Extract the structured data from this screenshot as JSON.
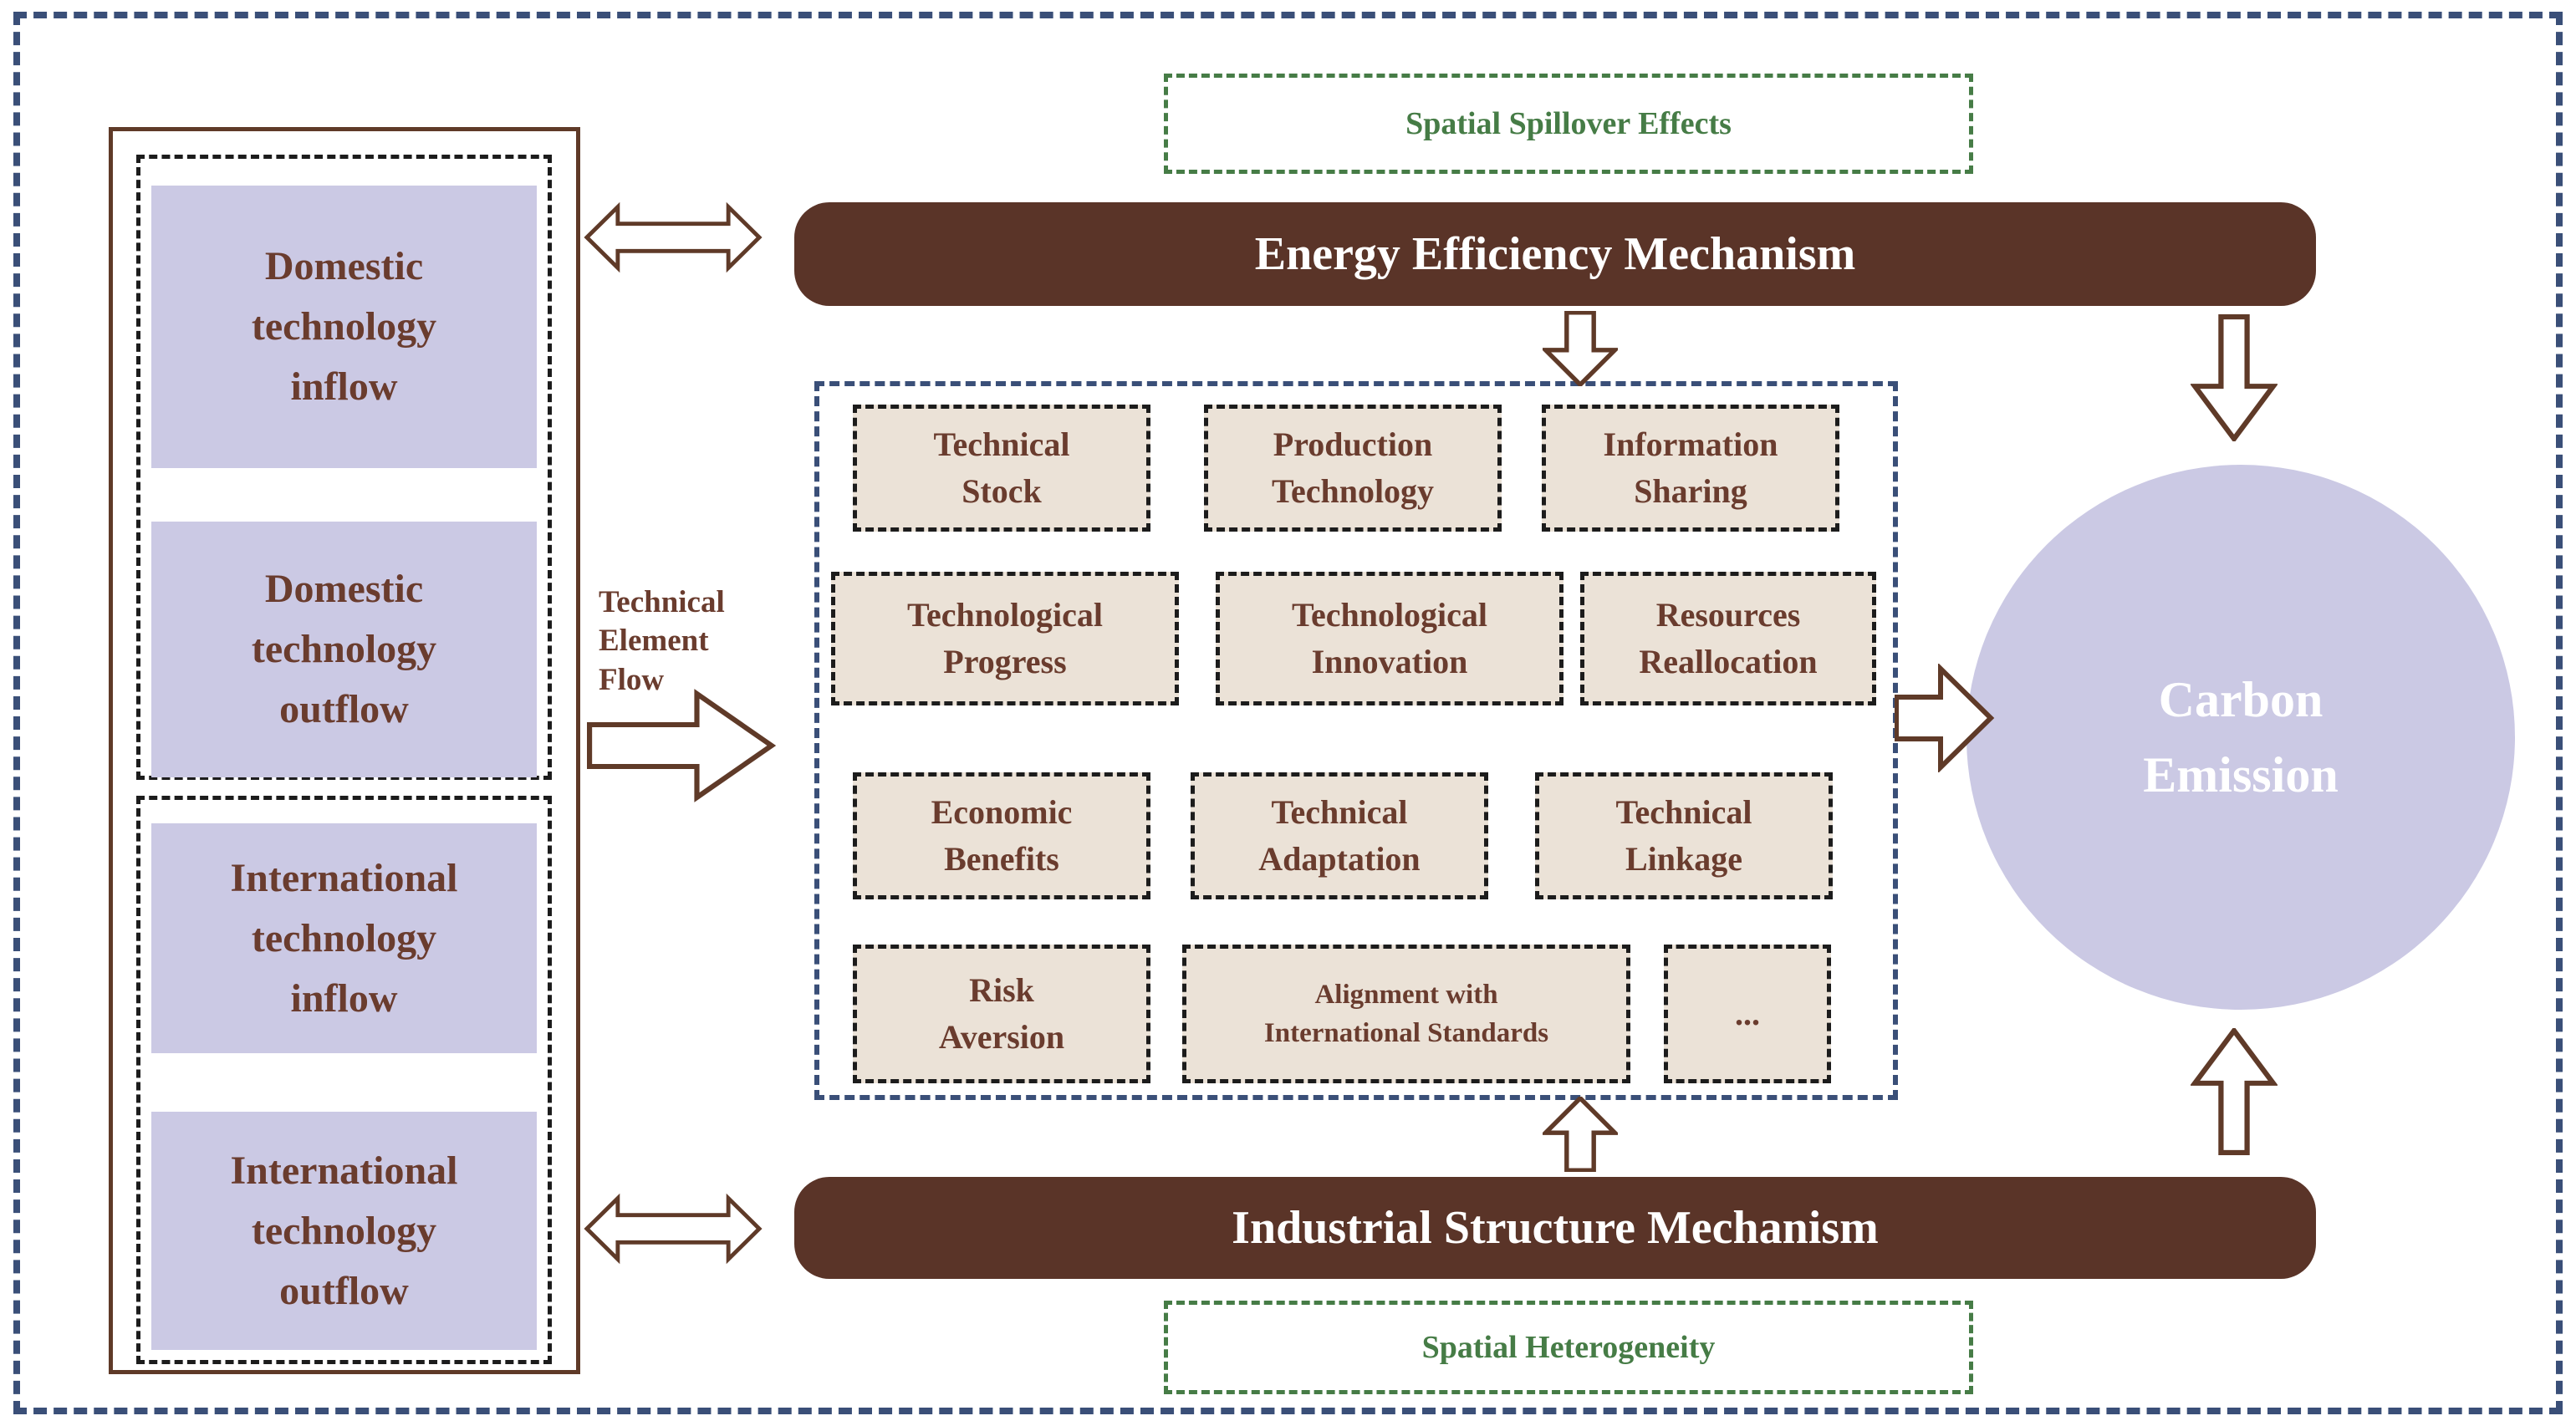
{
  "colors": {
    "bar_brown": "#5a3428",
    "text_brown": "#6a3c2e",
    "line_brown": "#5f3a28",
    "lavender": "#cbc9e4",
    "beige": "#ebe2d7",
    "green": "#467c46",
    "navy_dash": "#3a4f78",
    "black_dash": "#1c1c1c"
  },
  "spatial": {
    "top_label": "Spatial Spillover Effects",
    "bottom_label": "Spatial Heterogeneity"
  },
  "mechanisms": {
    "energy": "Energy Efficiency Mechanism",
    "industrial": "Industrial Structure Mechanism"
  },
  "left_panel": {
    "boxes": [
      {
        "label": "Domestic\ntechnology\ninflow"
      },
      {
        "label": "Domestic\ntechnology\noutflow"
      },
      {
        "label": "International\ntechnology\ninflow"
      },
      {
        "label": "International\ntechnology\noutflow"
      }
    ]
  },
  "flow": {
    "label": "Technical\nElement\nFlow"
  },
  "factors": [
    {
      "label": "Technical\nStock"
    },
    {
      "label": "Production\nTechnology"
    },
    {
      "label": "Information\nSharing"
    },
    {
      "label": "Technological\nProgress"
    },
    {
      "label": "Technological\nInnovation"
    },
    {
      "label": "Resources\nReallocation"
    },
    {
      "label": "Economic\nBenefits"
    },
    {
      "label": "Technical\nAdaptation"
    },
    {
      "label": "Technical\nLinkage"
    },
    {
      "label": "Risk\nAversion"
    },
    {
      "label": "Alignment with\nInternational Standards"
    },
    {
      "label": "..."
    }
  ],
  "carbon": {
    "label": "Carbon\nEmission"
  }
}
